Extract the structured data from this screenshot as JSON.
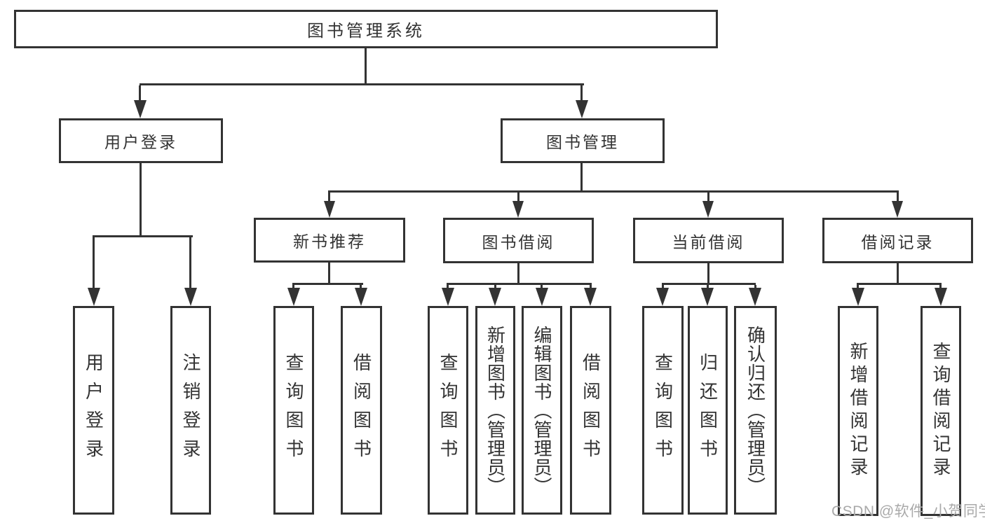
{
  "tree": {
    "root": {
      "label": "图书管理系统"
    },
    "branches": [
      {
        "label": "用户登录",
        "children": [
          {
            "label": "用户登录"
          },
          {
            "label": "注销登录"
          }
        ]
      },
      {
        "label": "图书管理",
        "children": [
          {
            "label": "新书推荐",
            "children": [
              {
                "label": "查询图书"
              },
              {
                "label": "借阅图书"
              }
            ]
          },
          {
            "label": "图书借阅",
            "children": [
              {
                "label": "查询图书"
              },
              {
                "label": "新增图书（管理员）"
              },
              {
                "label": "编辑图书（管理员）"
              },
              {
                "label": "借阅图书"
              }
            ]
          },
          {
            "label": "当前借阅",
            "children": [
              {
                "label": "查询图书"
              },
              {
                "label": "归还图书"
              },
              {
                "label": "确认归还（管理员）"
              }
            ]
          },
          {
            "label": "借阅记录",
            "children": [
              {
                "label": "新增借阅记录"
              },
              {
                "label": "查询借阅记录"
              }
            ]
          }
        ]
      }
    ]
  },
  "watermark": {
    "text": "CSDN @软件_小贺同学"
  },
  "colors": {
    "line": "#333333",
    "text": "#333333",
    "box_background": "#ffffff",
    "watermark": "#a9a9a9",
    "background": "#ffffff"
  }
}
